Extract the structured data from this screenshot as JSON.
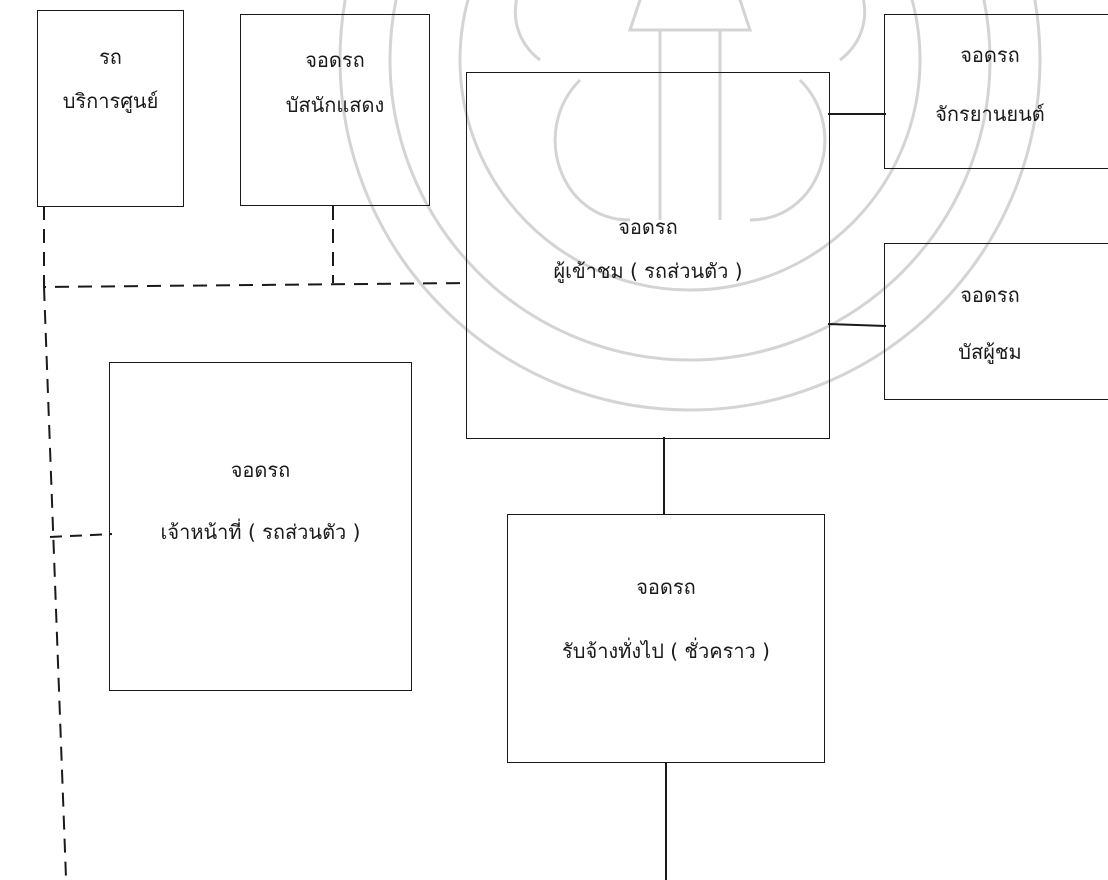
{
  "diagram": {
    "boxes": {
      "service_car": {
        "line1": "รถ",
        "line2": "บริการศูนย์"
      },
      "performer_bus": {
        "line1": "จอดรถ",
        "line2": "บัสนักแสดง"
      },
      "visitor_parking": {
        "line1": "จอดรถ",
        "line2": "ผู้เข้าชม ( รถส่วนตัว )"
      },
      "motorcycle_parking": {
        "line1": "จอดรถ",
        "line2": "จักรยานยนต์"
      },
      "audience_bus": {
        "line1": "จอดรถ",
        "line2": "บัสผู้ชม"
      },
      "staff_parking": {
        "line1": "จอดรถ",
        "line2": "เจ้าหน้าที่ ( รถส่วนตัว )"
      },
      "general_hire": {
        "line1": "จอดรถ",
        "line2": "รับจ้างทั่งไป ( ชั่วคราว )"
      }
    },
    "colors": {
      "line": "#1a1a1a",
      "watermark": "#d6d6d6"
    }
  }
}
